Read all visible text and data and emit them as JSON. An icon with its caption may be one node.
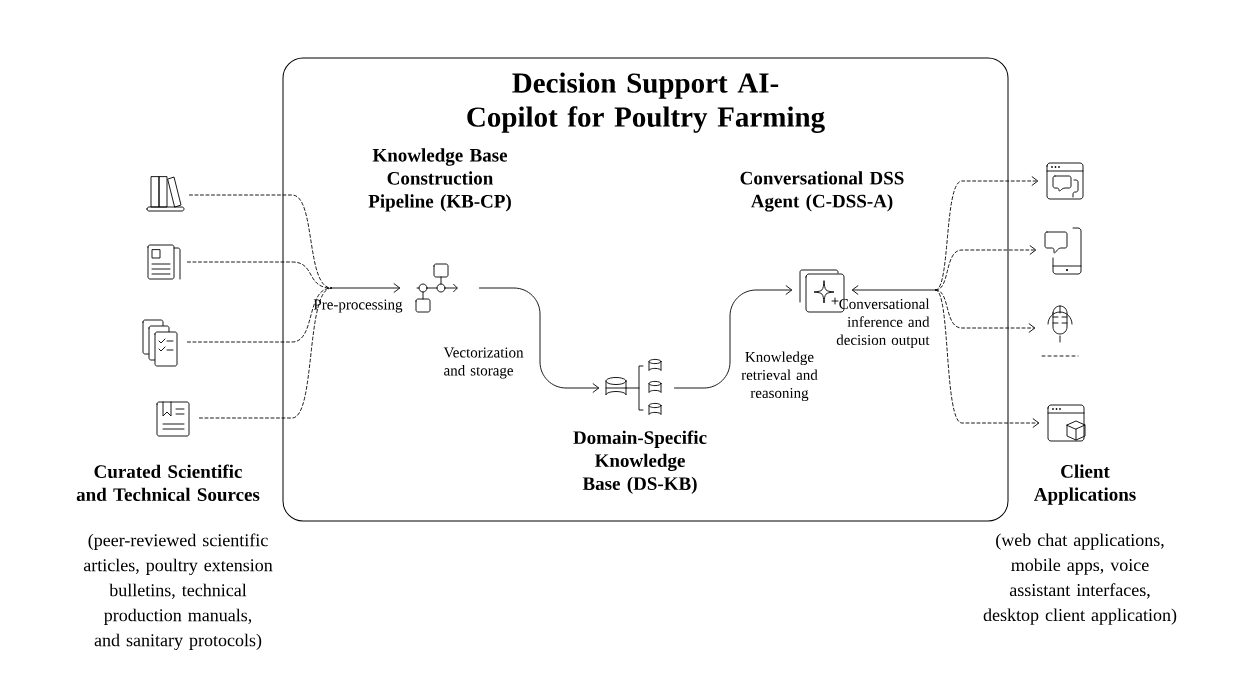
{
  "diagram": {
    "title": "Decision Support AI-Copilot for Poultry Farming",
    "nodes": [
      {
        "text": [],
        "shape": "box"
      },
      {
        "text": [],
        "shape": "picture"
      },
      {
        "text": [],
        "shape": "picture"
      },
      {
        "text": [],
        "shape": "picture"
      },
      {
        "text": [],
        "shape": "picture"
      },
      {
        "text": [
          "Knowledge Base Construction Pipeline (KB-CP)"
        ],
        "in": 0
      },
      {
        "text": [
          "Domain-Specific Knowledge Base (DS-KB)"
        ],
        "in": 0
      },
      {
        "text": [
          "Conversational DSS Agent (C-DSS-A)"
        ],
        "in": 0
      },
      {
        "text": [],
        "shape": "picture"
      },
      {
        "text": [],
        "shape": "picture"
      },
      {
        "text": [],
        "shape": "picture"
      },
      {
        "text": [],
        "shape": "picture"
      }
    ],
    "edges": [
      {
        "from": 1,
        "to": 5,
        "arrow": "to",
        "style": "dashed",
        "label": "Pre-processing"
      },
      {
        "from": 2,
        "to": 5,
        "arrow": "to",
        "style": "dashed"
      },
      {
        "from": 3,
        "to": 5,
        "arrow": "to",
        "style": "dashed"
      },
      {
        "from": 4,
        "to": 5,
        "arrow": "to",
        "style": "dashed"
      },
      {
        "from": 5,
        "to": 6,
        "arrow": "to",
        "label": "Vectorization and storage"
      },
      {
        "from": 6,
        "to": 7,
        "arrow": "to",
        "label": "Knowledge retrieval and reasoning"
      },
      {
        "from": 7,
        "to": 8,
        "arrow": "both",
        "style": "dashed",
        "label": "Conversational inference and decision output"
      },
      {
        "from": 7,
        "to": 9,
        "arrow": "both",
        "style": "dashed"
      },
      {
        "from": 7,
        "to": 10,
        "arrow": "both",
        "style": "dashed"
      },
      {
        "from": 7,
        "to": 11,
        "arrow": "both",
        "style": "dashed"
      }
    ],
    "labels": [
      "Curated Scientific and Technical Sources",
      "(peer-reviewed scientific articles, poultry extension bulletins, technical production manuals, and sanitary protocols)",
      "Client Applications",
      "(web chat applications, mobile apps, voice assistant interfaces, desktop client application)"
    ]
  }
}
